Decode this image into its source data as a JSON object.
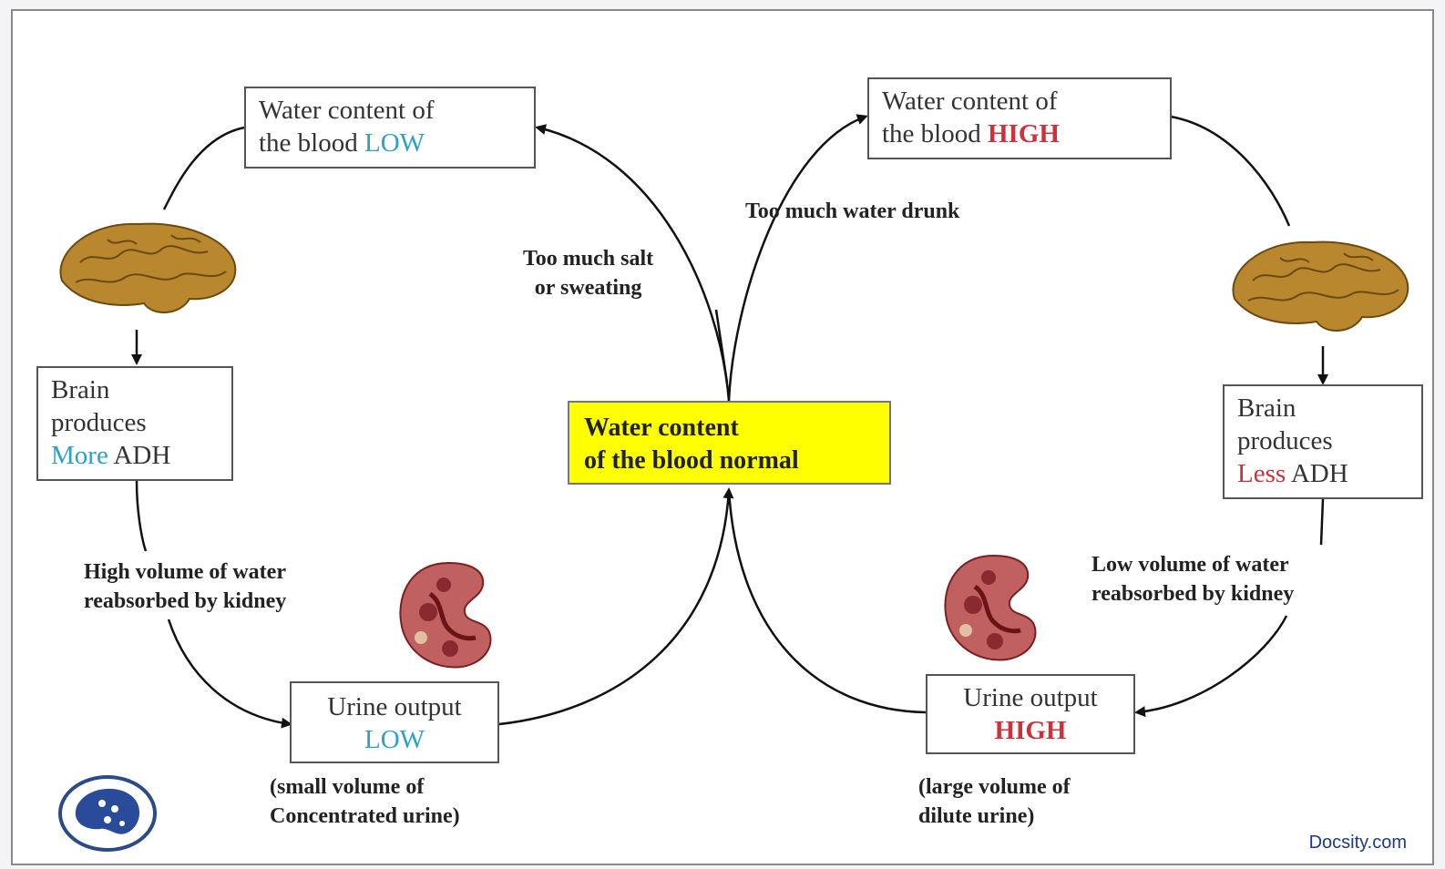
{
  "center": {
    "line1": "Water content",
    "line2": "of the blood normal"
  },
  "left": {
    "top_box": {
      "line1": "Water content of",
      "line2_prefix": "the blood",
      "line2_emph": "LOW",
      "emph_color": "#2aa2c8"
    },
    "brain_box": {
      "line1": "Brain",
      "line2": "produces",
      "line3_emph": "More",
      "line3_suffix": "ADH"
    },
    "kidney_label": {
      "line1": "High volume of water",
      "line2": "reabsorbed by kidney"
    },
    "urine_box": {
      "line1": "Urine output",
      "line2_emph": "LOW"
    },
    "urine_note": {
      "line1": "(small volume of",
      "line2": "Concentrated urine)"
    },
    "trigger": {
      "line1": "Too much salt",
      "line2": "or sweating"
    }
  },
  "right": {
    "top_box": {
      "line1": "Water content of",
      "line2_prefix": "the blood",
      "line2_emph": "HIGH",
      "emph_color": "#d0303a"
    },
    "brain_box": {
      "line1": "Brain",
      "line2": "produces",
      "line3_emph": "Less",
      "line3_suffix": "ADH"
    },
    "kidney_label": {
      "line1": "Low volume of water",
      "line2": "reabsorbed by kidney"
    },
    "urine_box": {
      "line1": "Urine output",
      "line2_emph": "HIGH"
    },
    "urine_note": {
      "line1": "(large volume of",
      "line2": "dilute urine)"
    },
    "trigger": {
      "line1": "Too much water drunk"
    }
  },
  "watermark": "Docsity.com",
  "icons": [
    "brain-illustration",
    "kidney-illustration",
    "logo-icon"
  ],
  "colors": {
    "center_fill": "#ffff00",
    "low_accent": "#2aa2c8",
    "high_accent": "#d0303a"
  }
}
